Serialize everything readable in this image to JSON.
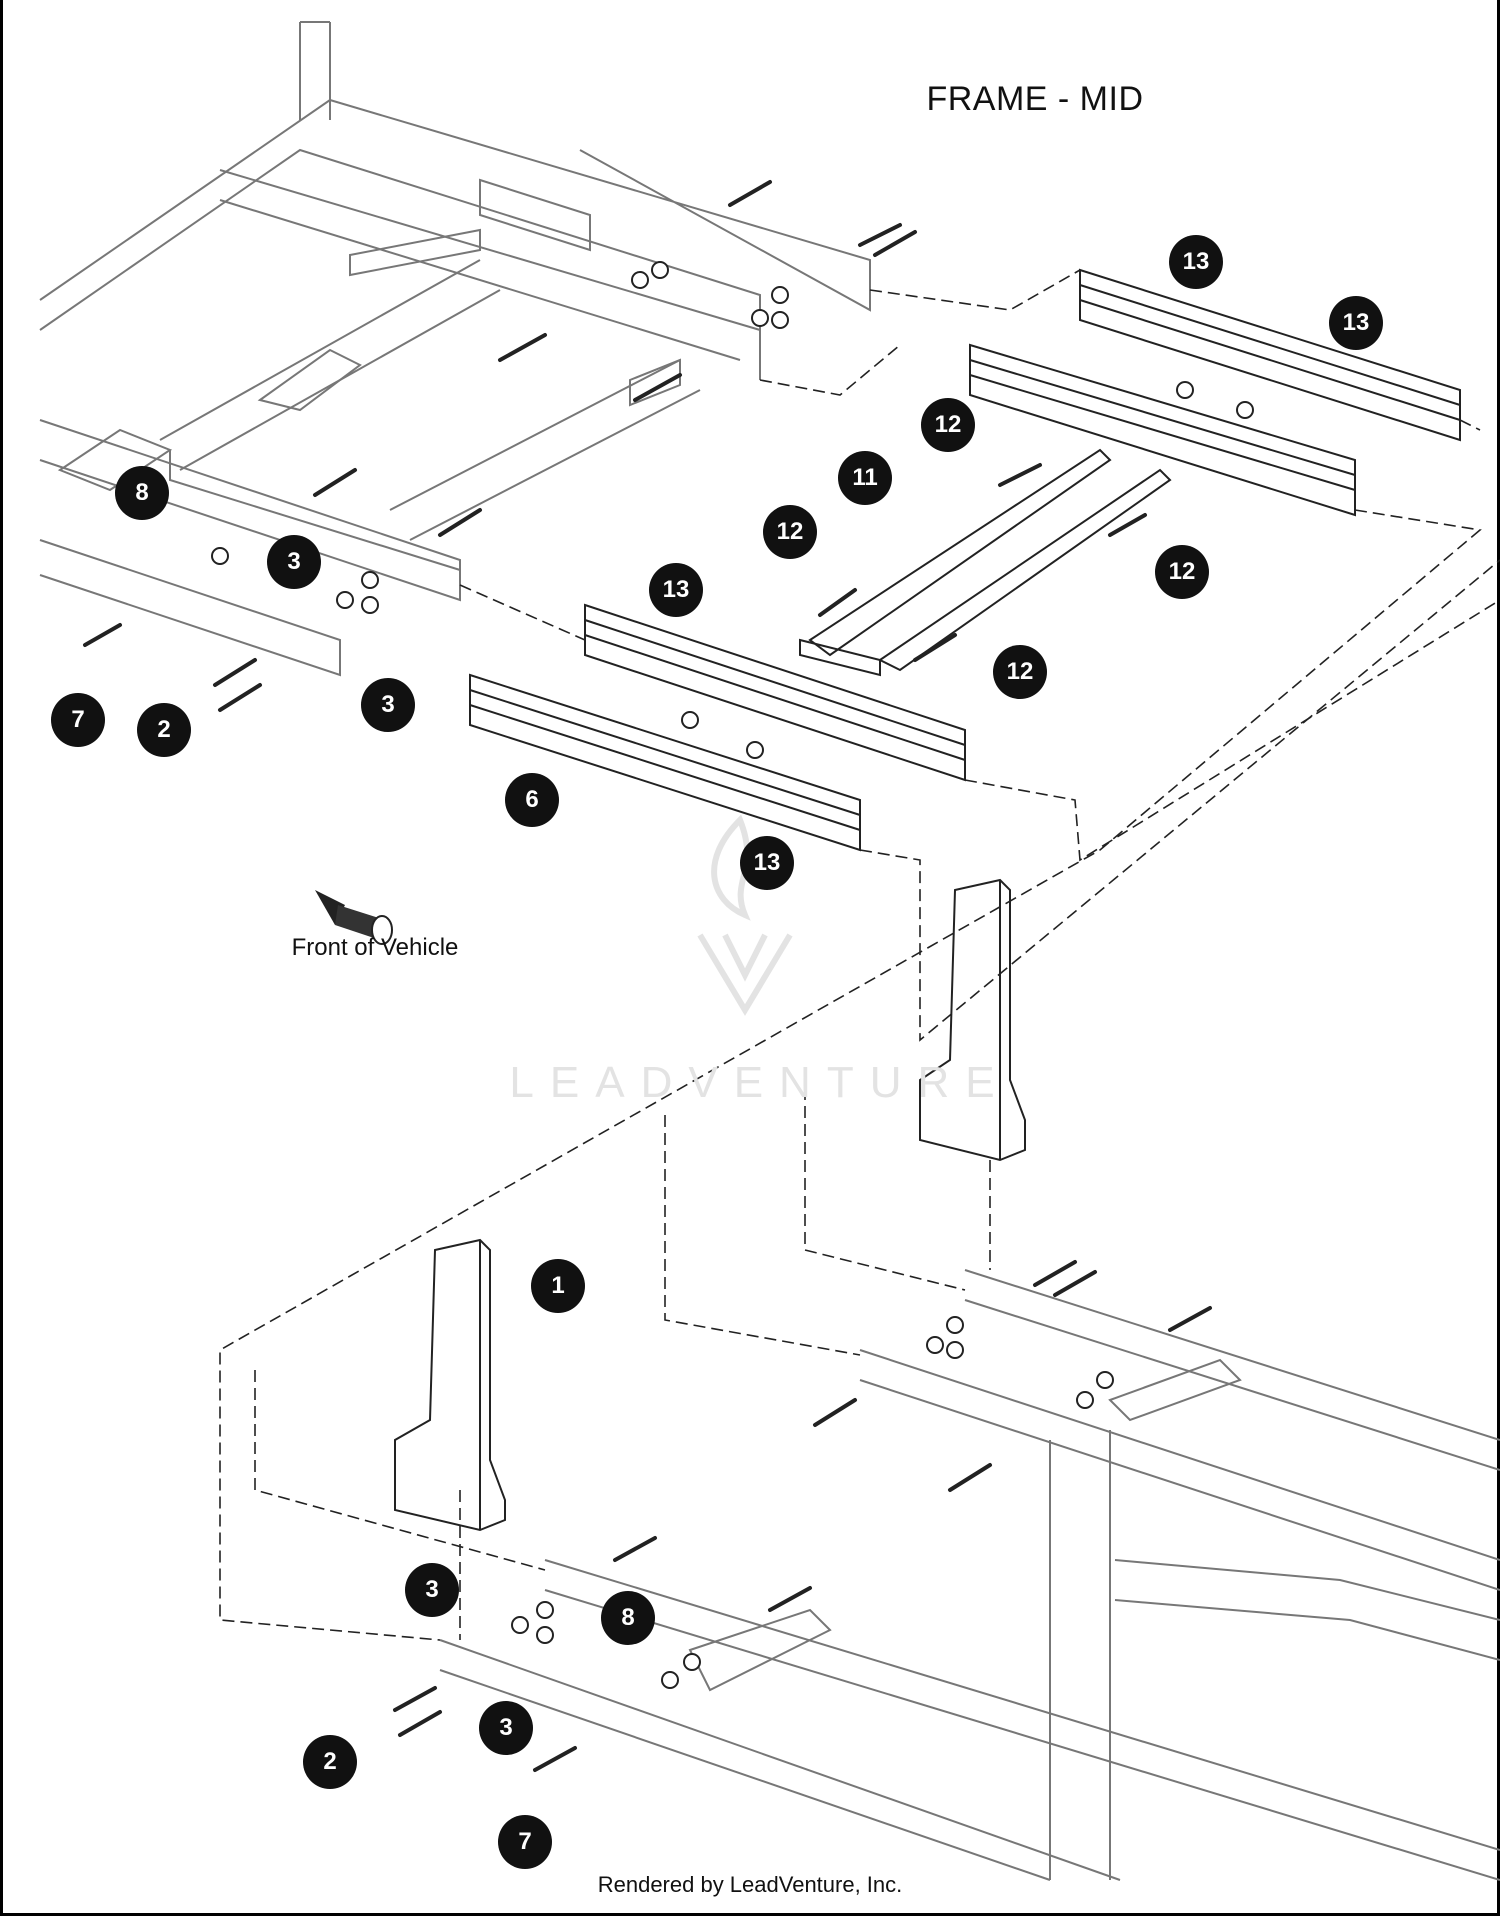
{
  "diagram": {
    "title": "FRAME - MID",
    "front_label": "Front of Vehicle",
    "footer": "Rendered by LeadVenture, Inc.",
    "watermark": "LEADVENTURE",
    "callouts": [
      {
        "id": "c1",
        "label": "13"
      },
      {
        "id": "c2",
        "label": "13"
      },
      {
        "id": "c3",
        "label": "12"
      },
      {
        "id": "c4",
        "label": "11"
      },
      {
        "id": "c5",
        "label": "12"
      },
      {
        "id": "c6",
        "label": "12"
      },
      {
        "id": "c7",
        "label": "12"
      },
      {
        "id": "c8",
        "label": "8"
      },
      {
        "id": "c9",
        "label": "3"
      },
      {
        "id": "c10",
        "label": "3"
      },
      {
        "id": "c11",
        "label": "7"
      },
      {
        "id": "c12",
        "label": "2"
      },
      {
        "id": "c13",
        "label": "13"
      },
      {
        "id": "c14",
        "label": "13"
      },
      {
        "id": "c15",
        "label": "6"
      },
      {
        "id": "c16",
        "label": "1"
      },
      {
        "id": "c17",
        "label": "3"
      },
      {
        "id": "c18",
        "label": "8"
      },
      {
        "id": "c19",
        "label": "3"
      },
      {
        "id": "c20",
        "label": "2"
      },
      {
        "id": "c21",
        "label": "7"
      }
    ]
  }
}
